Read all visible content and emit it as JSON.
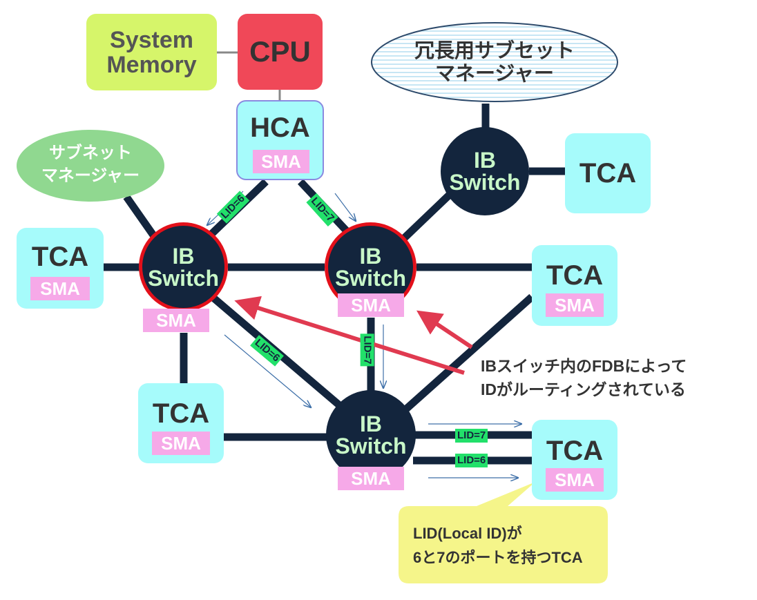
{
  "colors": {
    "switch_fill": "#13253d",
    "switch_text": "#c8f7c8",
    "highlight_ring": "#e3101a",
    "tca_fill": "#a6fbfb",
    "sma_fill": "#f6a9e8",
    "cpu_fill": "#f04858",
    "memory_fill": "#d6f56a",
    "subnet_manager_fill": "#90d890",
    "lid_fill": "#22e06a",
    "arrow_red": "#e03a50",
    "callout_fill": "#f5f58a"
  },
  "system_memory": {
    "line1": "System",
    "line2": "Memory"
  },
  "cpu": {
    "label": "CPU"
  },
  "hca": {
    "label": "HCA",
    "sma": "SMA"
  },
  "subnet_manager": {
    "line1": "サブネット",
    "line2": "マネージャー"
  },
  "redundant_manager": {
    "line1": "冗長用サブセット",
    "line2": "マネージャー"
  },
  "switches": {
    "left": {
      "line1": "IB",
      "line2": "Switch",
      "sma": "SMA"
    },
    "center": {
      "line1": "IB",
      "line2": "Switch",
      "sma": "SMA"
    },
    "top_right": {
      "line1": "IB",
      "line2": "Switch"
    },
    "bottom": {
      "line1": "IB",
      "line2": "Switch",
      "sma": "SMA"
    }
  },
  "tcas": {
    "left": {
      "label": "TCA",
      "sma": "SMA"
    },
    "top_right": {
      "label": "TCA"
    },
    "mid_right": {
      "label": "TCA",
      "sma": "SMA"
    },
    "bottom_left": {
      "label": "TCA",
      "sma": "SMA"
    },
    "bottom_right": {
      "label": "TCA",
      "sma": "SMA"
    }
  },
  "lids": {
    "hca_left": "LID=6",
    "hca_center": "LID=7",
    "left_bottom": "LID=6",
    "center_bottom": "LID=7",
    "bottom_tca_7": "LID=7",
    "bottom_tca_6": "LID=6"
  },
  "note": {
    "line1": "IBスイッチ内のFDBによって",
    "line2": "IDがルーティングされている"
  },
  "callout": {
    "line1": "LID(Local ID)が",
    "line2": "6と7のポートを持つTCA"
  }
}
